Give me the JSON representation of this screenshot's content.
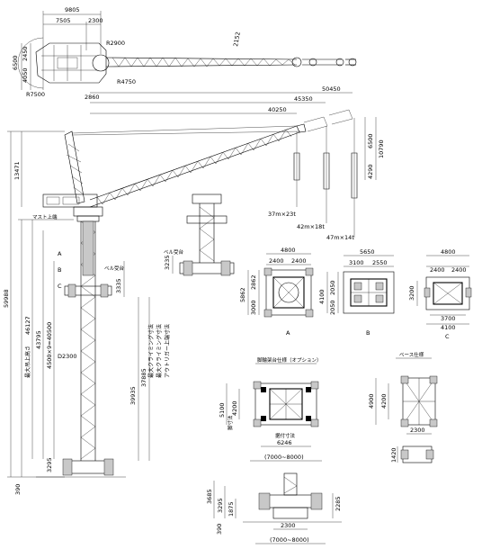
{
  "plan_view": {
    "dims": [
      "9805",
      "7505",
      "2300",
      "R2900",
      "2152",
      "6500",
      "2450",
      "4050",
      "R7500",
      "2860",
      "R4750"
    ]
  },
  "elevation": {
    "top_dims": [
      "40250",
      "45350",
      "50450"
    ],
    "right_dims": [
      "6500",
      "10790",
      "4290"
    ],
    "loads": [
      "37m×23t",
      "42m×18t",
      "47m×14t"
    ],
    "left_dims": [
      "13471",
      "59988",
      "46127",
      "43795",
      "4500×9=40500",
      "3295",
      "390"
    ],
    "labels": {
      "mast_top": "マスト上端",
      "mast_dim": "D2300",
      "max_lift_height": "最大吊上高さ",
      "sec_a": "A",
      "sec_b": "B",
      "sec_c": "C",
      "bell_mouth": "ベル受台",
      "climb_lift": "最大クライミング寸法",
      "climb_lift_2": "最大クライミング寸法",
      "outrigger_top": "アウトリガー上端寸法",
      "dim_3335": "3335",
      "dim_39935": "39935",
      "dim_37885": "37885"
    }
  },
  "bell_detail": {
    "label": "ベル受台",
    "dims": [
      "3235"
    ]
  },
  "section_a": {
    "name": "A",
    "dims": [
      "4800",
      "2400",
      "2400",
      "5862",
      "3000",
      "2862"
    ]
  },
  "section_b": {
    "name": "B",
    "dims": [
      "5650",
      "3100",
      "2550",
      "4100",
      "2050",
      "2050"
    ]
  },
  "section_c": {
    "name": "C",
    "dims": [
      "4800",
      "2400",
      "2400",
      "3200",
      "3700",
      "4100"
    ]
  },
  "option_base": {
    "title": "脚輪架台仕様（オプション）",
    "dims": [
      "5100",
      "4200",
      "6246",
      "(7000~8000)"
    ],
    "labels": [
      "据付寸法",
      "脚寸法"
    ]
  },
  "standard_base": {
    "title": "ベース仕様",
    "dims": [
      "4900",
      "4200",
      "2300",
      "1420"
    ]
  },
  "bottom_elev": {
    "dims": [
      "3685",
      "3295",
      "1875",
      "390",
      "2285",
      "2300",
      "(7000~8000)"
    ]
  }
}
